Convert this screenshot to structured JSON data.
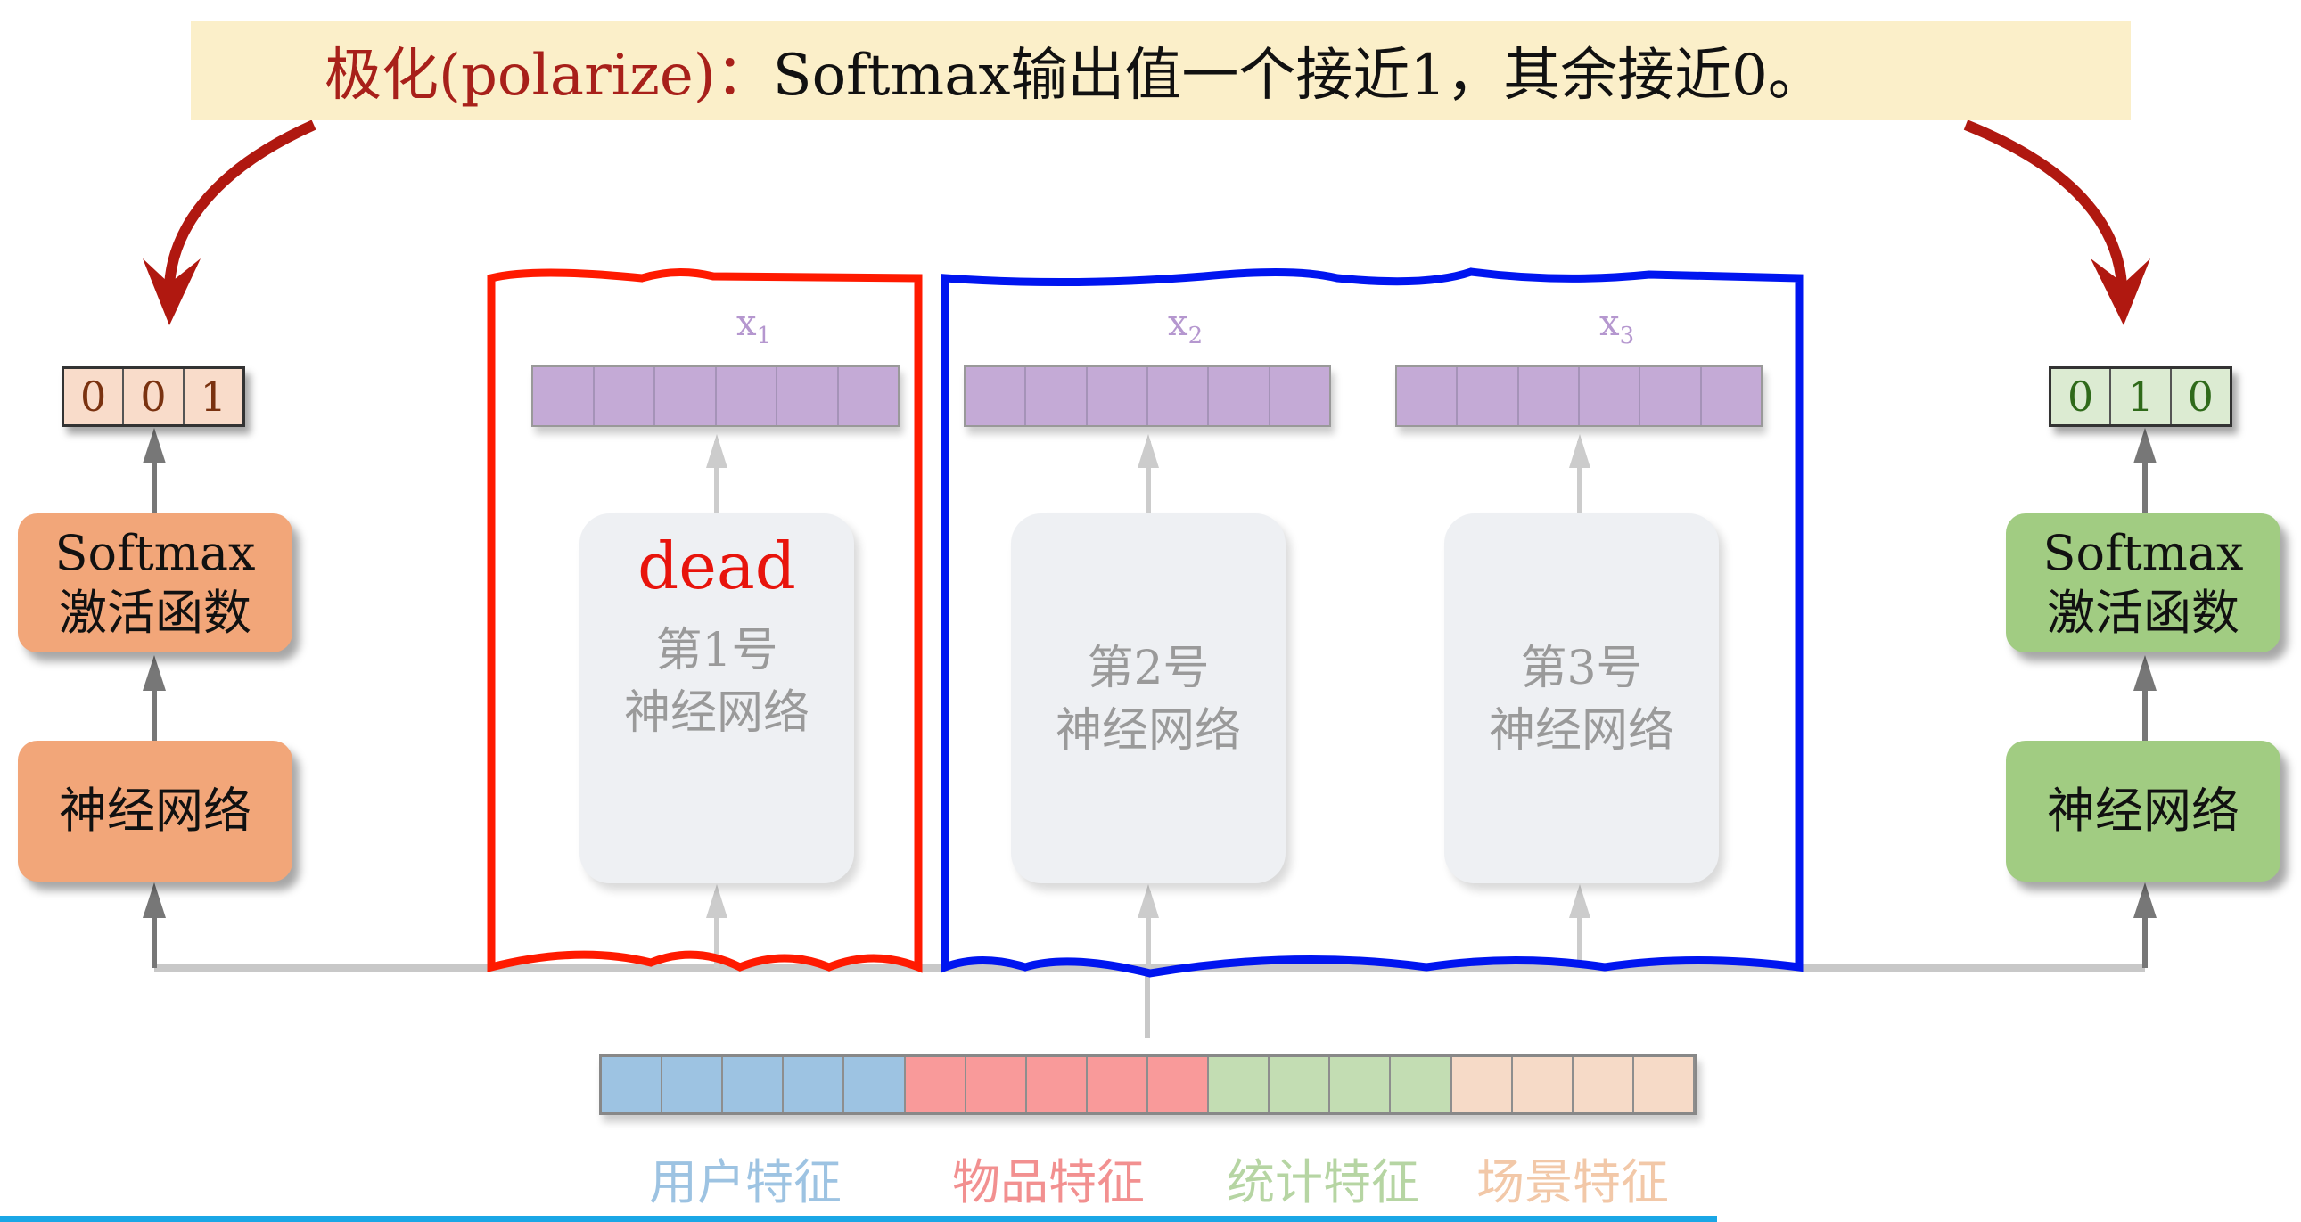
{
  "banner": {
    "term": "极化(polarize)：",
    "text": "Softmax输出值一个接近1，其余接近0。"
  },
  "left": {
    "output": [
      "0",
      "0",
      "1"
    ],
    "softmax_line1": "Softmax",
    "softmax_line2": "激活函数",
    "nn": "神经网络",
    "color": "#f2a679"
  },
  "right": {
    "output": [
      "0",
      "1",
      "0"
    ],
    "softmax_line1": "Softmax",
    "softmax_line2": "激活函数",
    "nn": "神经网络",
    "color": "#a1cc82"
  },
  "experts": [
    {
      "x": "x",
      "sub": "1",
      "line1": "第1号",
      "line2": "神经网络",
      "status": "dead"
    },
    {
      "x": "x",
      "sub": "2",
      "line1": "第2号",
      "line2": "神经网络"
    },
    {
      "x": "x",
      "sub": "3",
      "line1": "第3号",
      "line2": "神经网络"
    }
  ],
  "features": [
    {
      "label": "用户特征",
      "color": "#9dc3e2",
      "count": 5
    },
    {
      "label": "物品特征",
      "color": "#f99a9a",
      "count": 5
    },
    {
      "label": "统计特征",
      "color": "#c3ddb3",
      "count": 4
    },
    {
      "label": "场景特征",
      "color": "#f6dac7",
      "count": 4
    }
  ],
  "colors": {
    "dead_box": "#ff1a00",
    "alive_box": "#0015f0",
    "arrow": "#b01810"
  }
}
